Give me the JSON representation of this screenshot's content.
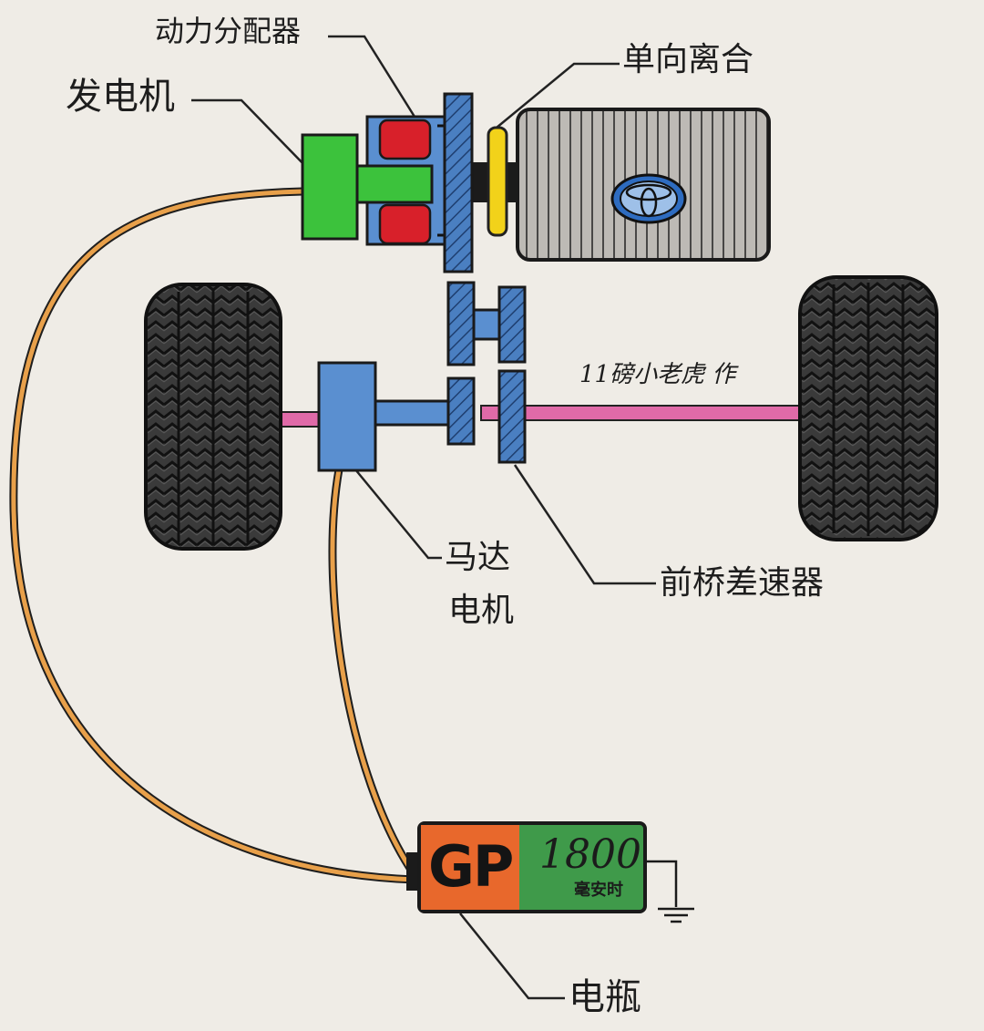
{
  "labels": {
    "power_split": "动力分配器",
    "one_way_clutch": "单向离合",
    "generator": "发电机",
    "credit": "11磅小老虎 作",
    "motor_line1": "马达",
    "motor_line2": "电机",
    "front_differential": "前桥差速器",
    "battery": "电瓶"
  },
  "battery": {
    "brand": "GP",
    "capacity": "1800",
    "unit": "毫安时"
  },
  "colors": {
    "paper": "#efece6",
    "generator_green": "#3cc23c",
    "splitter_blue": "#5a8fd0",
    "magnet_red": "#d8202a",
    "clutch_yellow": "#f2d21a",
    "gear_blue": "#3d6fae",
    "axle_pink": "#e06aa8",
    "wire_orange": "#e49a3a",
    "battery_orange": "#e8682c",
    "battery_green": "#3f9a4a",
    "tire_black": "#2f2f2f",
    "engine_gray": "#b8b6b2",
    "logo_blue": "#2e6cc0"
  },
  "icons": {
    "engine_logo": "toyota-logo-icon",
    "ground": "ground-symbol-icon"
  }
}
